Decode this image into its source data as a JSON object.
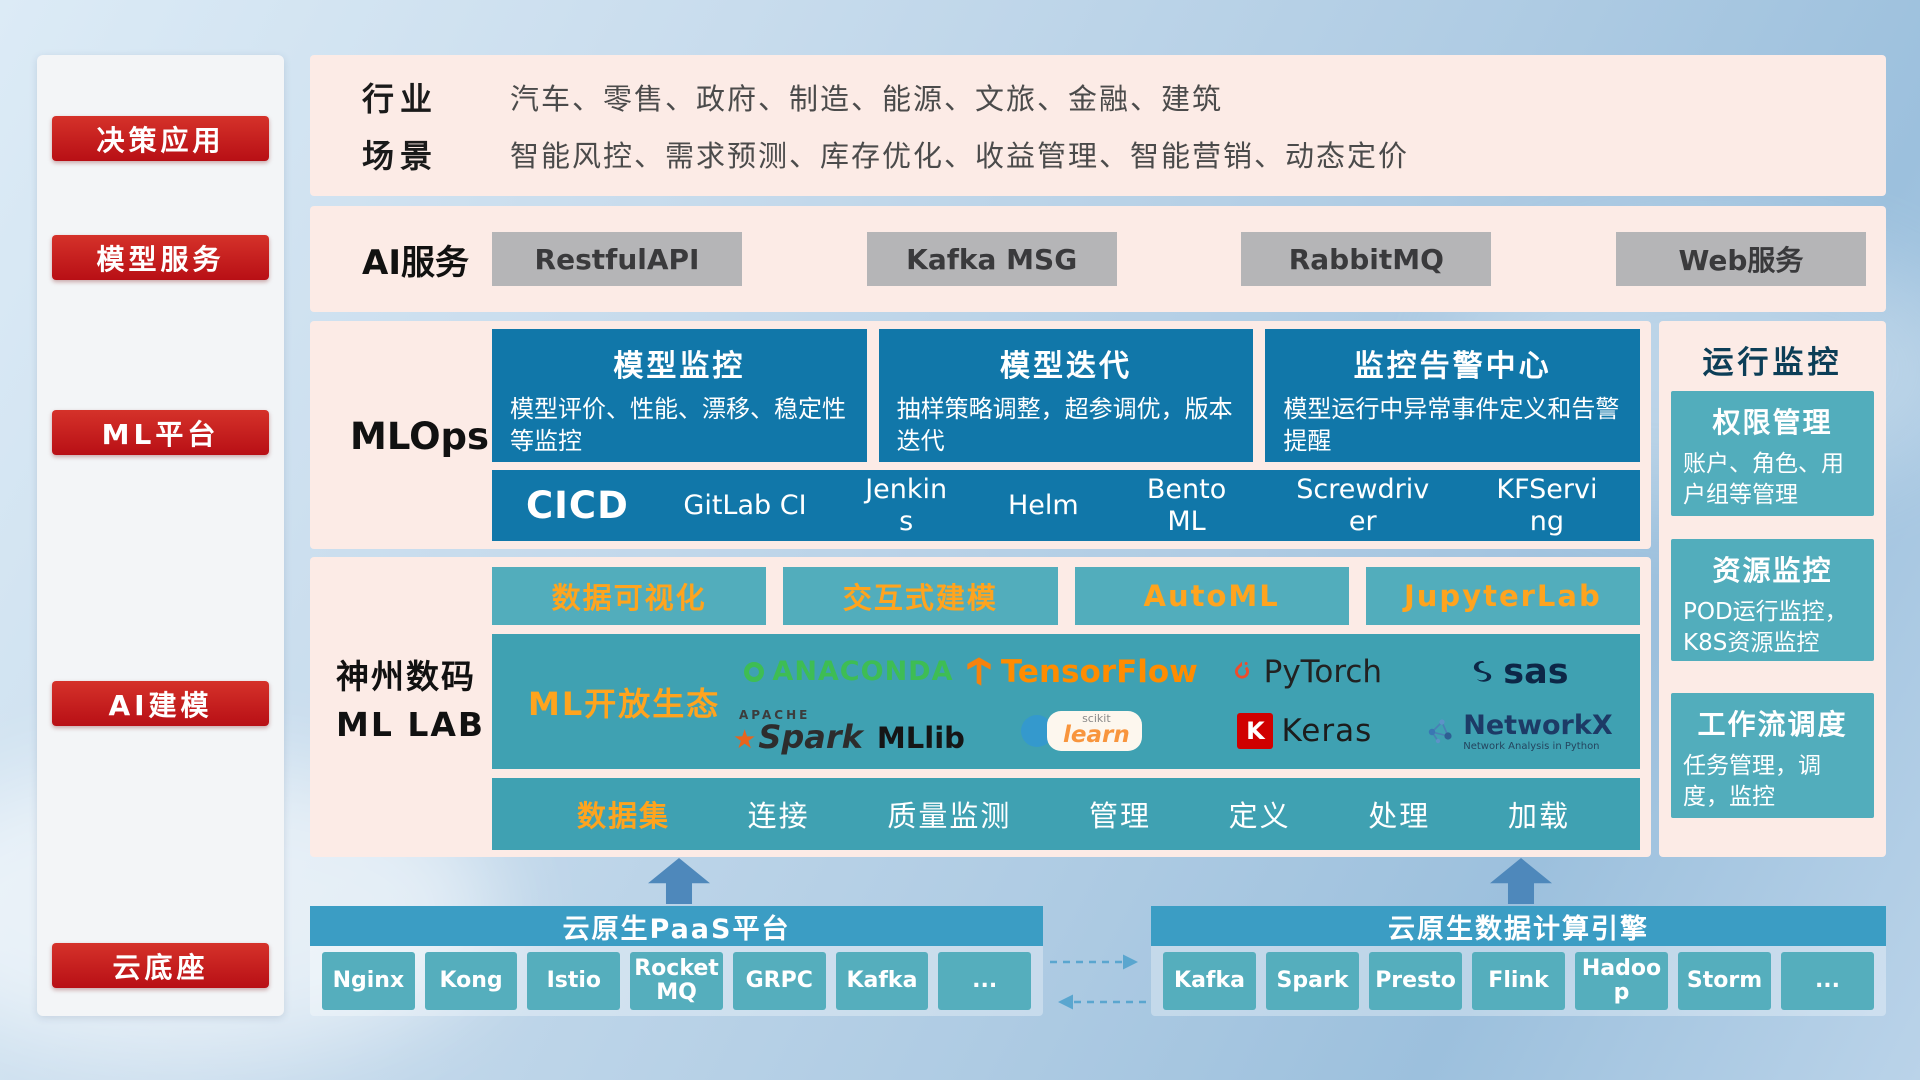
{
  "sidebar": {
    "items": [
      {
        "label": "决策应用"
      },
      {
        "label": "模型服务"
      },
      {
        "label": "ML平台"
      },
      {
        "label": "AI建模"
      },
      {
        "label": "云底座"
      }
    ]
  },
  "industry": {
    "rows": [
      {
        "label": "行业",
        "text": "汽车、零售、政府、制造、能源、文旅、金融、建筑"
      },
      {
        "label": "场景",
        "text": "智能风控、需求预测、库存优化、收益管理、智能营销、动态定价"
      }
    ]
  },
  "ai_service": {
    "label": "AI服务",
    "buttons": [
      "RestfulAPI",
      "Kafka MSG",
      "RabbitMQ",
      "Web服务"
    ]
  },
  "mlops": {
    "label": "MLOps",
    "cards": [
      {
        "title": "模型监控",
        "desc": "模型评价、性能、漂移、稳定性等监控"
      },
      {
        "title": "模型迭代",
        "desc": "抽样策略调整，超参调优，版本迭代"
      },
      {
        "title": "监控告警中心",
        "desc": "模型运行中异常事件定义和告警提醒"
      }
    ],
    "cicd_label": "CICD",
    "cicd_items": [
      "GitLab CI",
      "Jenkins",
      "Helm",
      "BentoML",
      "Screwdriver",
      "KFServing"
    ]
  },
  "monitor": {
    "title": "运行监控",
    "cards": [
      {
        "title": "权限管理",
        "desc": "账户、角色、用户组等管理"
      },
      {
        "title": "资源监控",
        "desc": "POD运行监控，K8S资源监控"
      },
      {
        "title": "工作流调度",
        "desc": "任务管理，调度，监控"
      }
    ]
  },
  "mllab": {
    "label_line1": "神州数码",
    "label_line2": "ML LAB",
    "feature_buttons": [
      "数据可视化",
      "交互式建模",
      "AutoML",
      "JupyterLab"
    ],
    "ecosystem_label": "ML开放生态",
    "logos": {
      "anaconda": "ANACONDA",
      "tensorflow": "TensorFlow",
      "pytorch": "PyTorch",
      "sas": "sas",
      "apache": "APACHE",
      "spark": "Spark",
      "mllib": "MLlib",
      "scikit_small": "scikit",
      "scikit_learn": "learn",
      "keras_k": "K",
      "keras": "Keras",
      "networkx": "NetworkX",
      "networkx_sub": "Network Analysis in Python"
    },
    "dataset_label": "数据集",
    "dataset_items": [
      "连接",
      "质量监测",
      "管理",
      "定义",
      "处理",
      "加载"
    ]
  },
  "bottom": {
    "paas": {
      "title": "云原生PaaS平台",
      "items": [
        "Nginx",
        "Kong",
        "Istio",
        "RocketMQ",
        "GRPC",
        "Kafka",
        "..."
      ]
    },
    "engine": {
      "title": "云原生数据计算引擎",
      "items": [
        "Kafka",
        "Spark",
        "Presto",
        "Flink",
        "Hadoop",
        "Storm",
        "..."
      ]
    }
  }
}
